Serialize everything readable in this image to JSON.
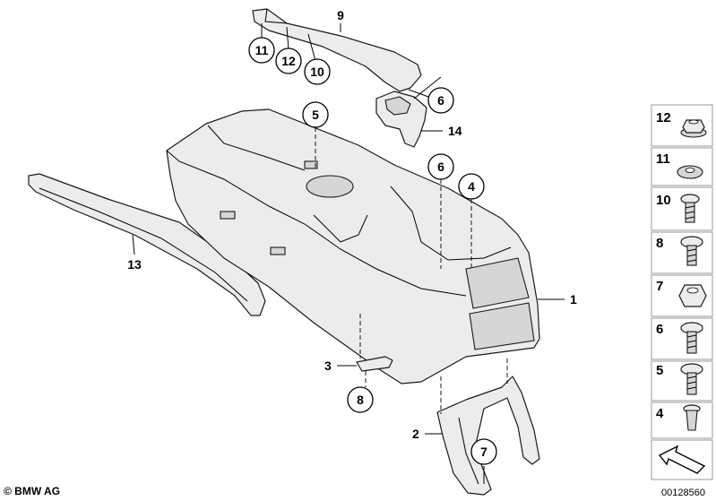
{
  "callouts": [
    {
      "id": "c9",
      "label": "9"
    },
    {
      "id": "c11",
      "label": "11"
    },
    {
      "id": "c12",
      "label": "12"
    },
    {
      "id": "c10",
      "label": "10"
    },
    {
      "id": "c6top",
      "label": "6"
    },
    {
      "id": "c14",
      "label": "14"
    },
    {
      "id": "c5",
      "label": "5"
    },
    {
      "id": "c6mid",
      "label": "6"
    },
    {
      "id": "c4",
      "label": "4"
    },
    {
      "id": "c1",
      "label": "1"
    },
    {
      "id": "c13",
      "label": "13"
    },
    {
      "id": "c3",
      "label": "3"
    },
    {
      "id": "c8",
      "label": "8"
    },
    {
      "id": "c2",
      "label": "2"
    },
    {
      "id": "c7",
      "label": "7"
    }
  ],
  "legend": [
    {
      "label": "12",
      "icon": "flange-nut-icon"
    },
    {
      "label": "11",
      "icon": "washer-icon"
    },
    {
      "label": "10",
      "icon": "screw-icon"
    },
    {
      "label": "8",
      "icon": "screw-icon"
    },
    {
      "label": "7",
      "icon": "hex-nut-icon"
    },
    {
      "label": "6",
      "icon": "screw-icon"
    },
    {
      "label": "5",
      "icon": "screw-icon"
    },
    {
      "label": "4",
      "icon": "expanding-rivet-icon"
    }
  ],
  "arrow_icon": "direction-arrow-icon",
  "copyright": "© BMW AG",
  "diagram_number": "00128560"
}
